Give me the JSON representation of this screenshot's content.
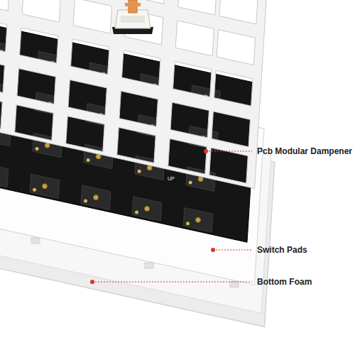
{
  "diagram": {
    "labels": [
      "Pcb Modular Dampener",
      "Switch Pads",
      "Bottom Foam",
      "UP"
    ]
  }
}
